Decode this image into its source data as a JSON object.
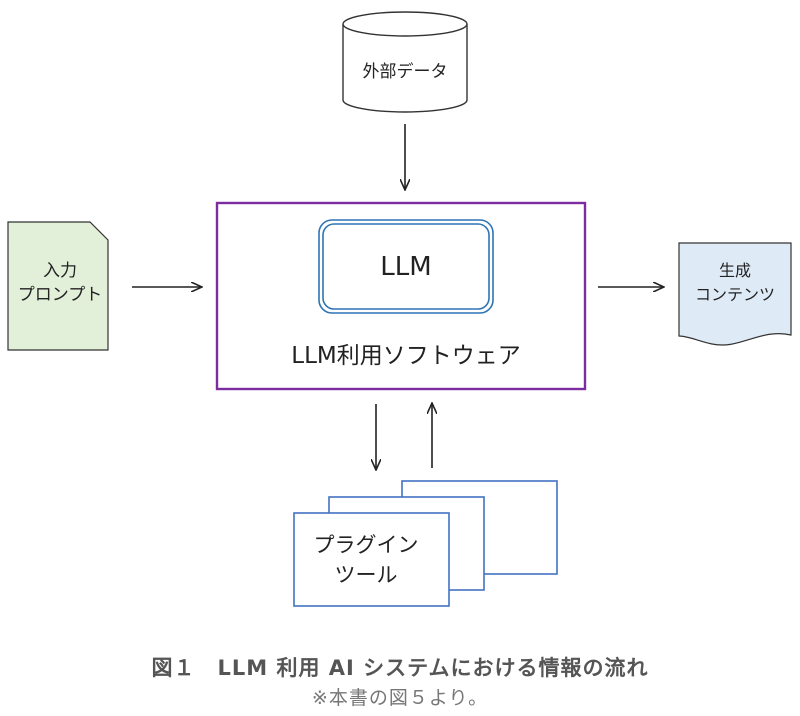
{
  "nodes": {
    "external_data": "外部データ",
    "input_prompt_line1": "入力",
    "input_prompt_line2": "プロンプト",
    "llm": "LLM",
    "software": "LLM利用ソフトウェア",
    "output_line1": "生成",
    "output_line2": "コンテンツ",
    "plugin_line1": "プラグイン",
    "plugin_line2": "ツール"
  },
  "caption": {
    "title": "図１　LLM 利用 AI システムにおける情報の流れ",
    "note": "※本書の図５より。"
  },
  "colors": {
    "software_border": "#7b2c9e",
    "llm_border": "#2e74b5",
    "prompt_fill": "#e2efd9",
    "output_fill": "#deebf7",
    "plugin_border": "#4472c4",
    "database_border": "#333333"
  }
}
